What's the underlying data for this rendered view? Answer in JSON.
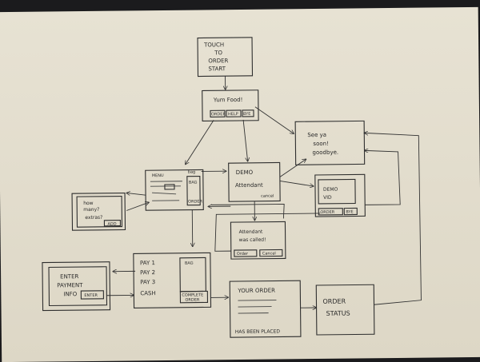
{
  "touch_start": {
    "lines": [
      "TOUCH",
      "TO",
      "ORDER",
      "START"
    ]
  },
  "greeting": {
    "title": "Yum Food!",
    "buttons": [
      "ORDER",
      "HELP",
      "BYE"
    ]
  },
  "goodbye": {
    "lines": [
      "See ya",
      "soon!",
      "goodbye."
    ]
  },
  "menu": {
    "label": "MENU",
    "side_label": "bag",
    "side_items": [
      "BAG",
      "ORDER"
    ]
  },
  "qty": {
    "lines": [
      "how",
      "many?",
      "extras?"
    ],
    "button": "ADD"
  },
  "demo_attendant": {
    "lines": [
      "DEMO",
      "Attendant"
    ],
    "cancel": "cancel"
  },
  "demo_video": {
    "lines": [
      "DEMO",
      "VID"
    ],
    "buttons": [
      "ORDER",
      "BYE"
    ]
  },
  "attendant_called": {
    "lines": [
      "Attendant",
      "was called!"
    ],
    "buttons": [
      "Order",
      "Cancel"
    ]
  },
  "payment_select": {
    "options": [
      "PAY 1",
      "PAY 2",
      "PAY 3",
      "CASH"
    ],
    "bag": "BAG",
    "complete": [
      "COMPLETE",
      "ORDER"
    ]
  },
  "payment_info": {
    "lines": [
      "ENTER",
      "PAYMENT",
      "INFO"
    ],
    "button": "ENTER"
  },
  "your_order": {
    "title": "YOUR ORDER",
    "footer": "HAS BEEN PLACED"
  },
  "order_status": {
    "lines": [
      "ORDER",
      "STATUS"
    ]
  }
}
